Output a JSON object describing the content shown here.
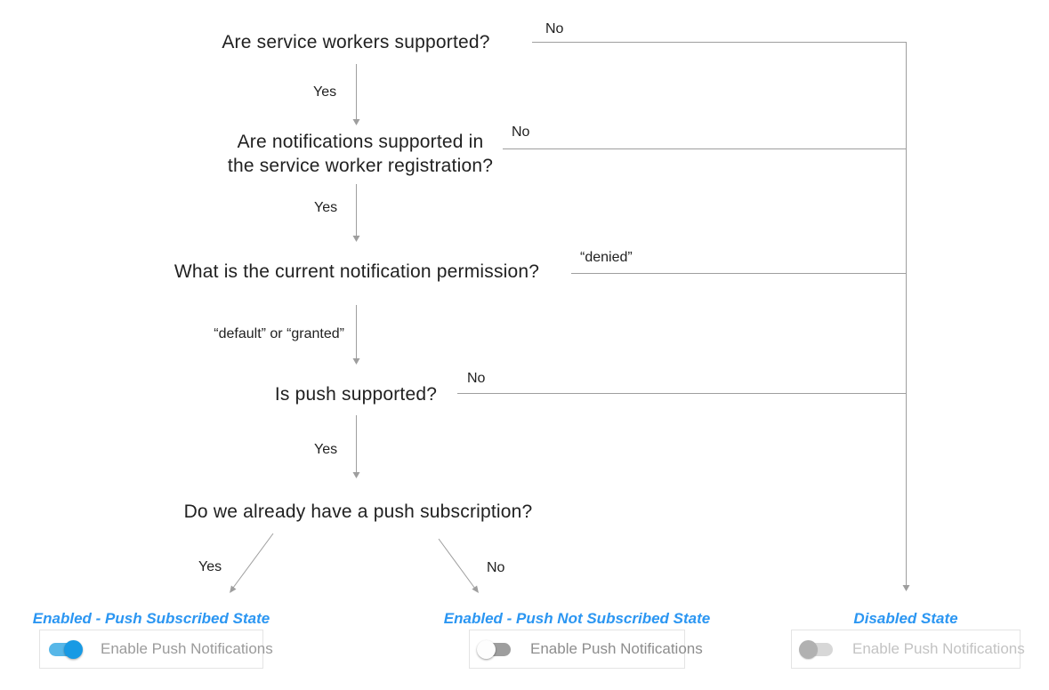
{
  "colors": {
    "line": "#9e9e9e",
    "question_text": "#212121",
    "state_label": "#2b96f2",
    "toggle_on_thumb": "#189ae4",
    "toggle_on_track": "#57b7e8",
    "toggle_off_thumb": "#fdfdfd",
    "toggle_off_track": "#9e9e9e",
    "toggle_disabled_thumb": "#b1b1b1",
    "toggle_disabled_track": "#d7d7d7"
  },
  "questions": [
    {
      "lines": [
        "Are service workers supported?"
      ]
    },
    {
      "lines": [
        "Are notifications supported in",
        "the service worker registration?"
      ]
    },
    {
      "lines": [
        "What is the current notification permission?"
      ]
    },
    {
      "lines": [
        "Is push supported?"
      ]
    },
    {
      "lines": [
        "Do we already have a push subscription?"
      ]
    }
  ],
  "edge_labels": {
    "q1_yes": "Yes",
    "q1_no": "No",
    "q2_yes": "Yes",
    "q2_no": "No",
    "q3_down": "“default” or “granted”",
    "q3_right": "“denied”",
    "q4_yes": "Yes",
    "q4_no": "No",
    "q5_yes": "Yes",
    "q5_no": "No"
  },
  "states": [
    {
      "label": "Enabled - Push Subscribed State",
      "toggle_state": "on",
      "control_label": "Enable Push Notifications"
    },
    {
      "label": "Enabled - Push Not Subscribed State",
      "toggle_state": "off",
      "control_label": "Enable Push Notifications"
    },
    {
      "label": "Disabled State",
      "toggle_state": "disabled",
      "control_label": "Enable Push Notifications"
    }
  ]
}
